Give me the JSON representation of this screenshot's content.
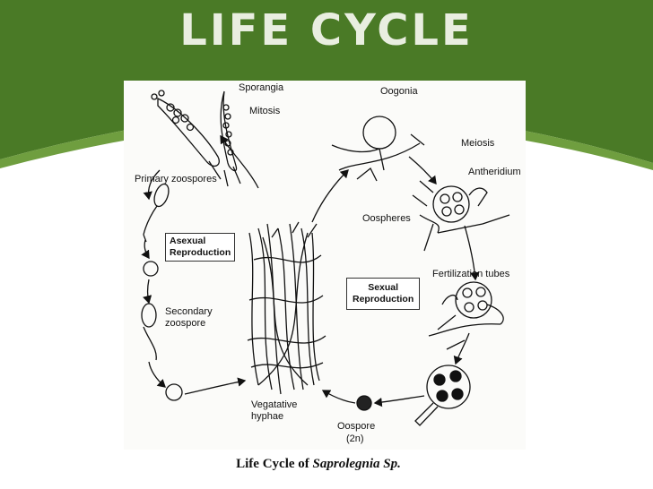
{
  "slide": {
    "title": "LIFE CYCLE",
    "caption_prefix": "Life Cycle of ",
    "caption_species": "Saprolegnia Sp."
  },
  "diagram": {
    "labels": {
      "sporangia": "Sporangia",
      "mitosis": "Mitosis",
      "oogonia": "Oogonia",
      "meiosis": "Meiosis",
      "antheridium": "Antheridium",
      "oospheres": "Oospheres",
      "fertilization_tubes": "Fertilization tubes",
      "primary_zoospores": "Primary zoospores",
      "secondary_zoospore_1": "Secondary",
      "secondary_zoospore_2": "zoospore",
      "vegetative_hyphae_1": "Vegatative",
      "vegetative_hyphae_2": "hyphae",
      "oospore": "Oospore",
      "ploidy": "(2n)"
    },
    "boxes": {
      "asexual_1": "Asexual",
      "asexual_2": "Reproduction",
      "sexual_1": "Sexual",
      "sexual_2": "Reproduction"
    }
  },
  "colors": {
    "banner_green": "#4a7a26",
    "banner_light": "#5e9230",
    "title_text": "#e9eee0"
  }
}
